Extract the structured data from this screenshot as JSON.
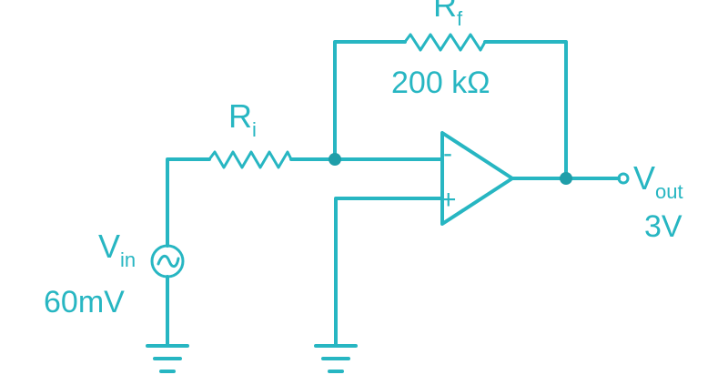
{
  "colors": {
    "wire": "#27b6c2",
    "node": "#1f9ea9",
    "background": "#ffffff"
  },
  "circuit": {
    "feedback_resistor": {
      "symbol": "R",
      "subscript": "f",
      "value": "200 kΩ"
    },
    "input_resistor": {
      "symbol": "R",
      "subscript": "i"
    },
    "input_source": {
      "symbol": "V",
      "subscript": "in",
      "value": "60mV",
      "icon": "ac-source-icon"
    },
    "output": {
      "symbol": "V",
      "subscript": "out",
      "value": "3V"
    },
    "opamp": {
      "inverting_sign": "-",
      "noninverting_sign": "+"
    }
  }
}
